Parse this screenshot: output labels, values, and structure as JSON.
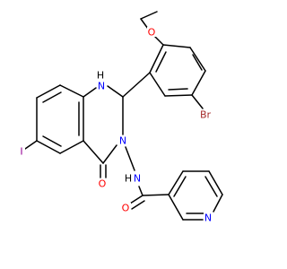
{
  "atoms": {
    "nh": {
      "label": "H",
      "color": "#000000"
    },
    "n1": {
      "label": "N",
      "color": "#0000ff"
    },
    "n3": {
      "label": "N",
      "color": "#0000ff"
    },
    "nh_amide": {
      "label": "N",
      "color": "#0000ff"
    },
    "nh_amide_h": {
      "label": "H",
      "color": "#000000"
    },
    "n_pyridine": {
      "label": "N",
      "color": "#0000ff"
    },
    "o_ether": {
      "label": "O",
      "color": "#ff0000"
    },
    "o_ketone": {
      "label": "O",
      "color": "#ff0000"
    },
    "o_amide": {
      "label": "O",
      "color": "#ff0000"
    },
    "br": {
      "label": "Br",
      "color": "#a52a2a"
    },
    "iodine": {
      "label": "I",
      "color": "#940094"
    }
  }
}
